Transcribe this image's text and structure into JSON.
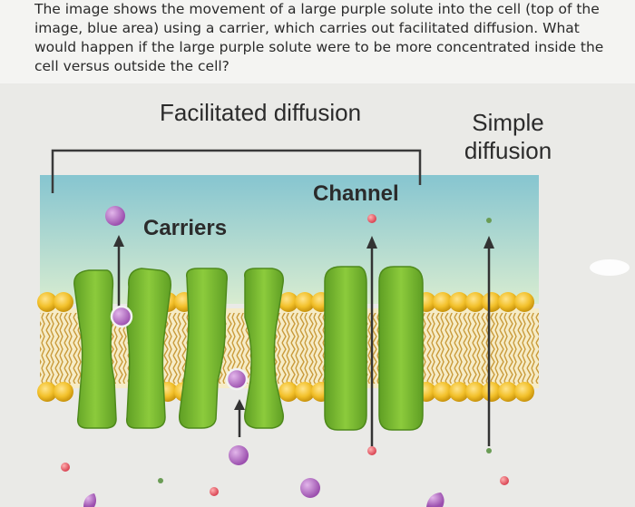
{
  "question": {
    "text": "The image shows the movement of a large purple solute into the cell (top of the image, blue area) using a carrier, which carries out facilitated diffusion. What would happen if the large purple solute were to be more concentrated inside the cell versus outside the cell?"
  },
  "figure": {
    "labels": {
      "facilitated_diffusion": "Facilitated diffusion",
      "simple_diffusion": "Simple diffusion",
      "channel": "Channel",
      "carriers": "Carriers"
    },
    "colors": {
      "cell_interior_blue": "#8fcbd6",
      "lipid_head_yellow": "#f1c22c",
      "protein_green": "#6fae2c",
      "purple_solute": "#b86fc7",
      "red_solute": "#e9646c",
      "green_solute": "#6a9c55"
    }
  }
}
